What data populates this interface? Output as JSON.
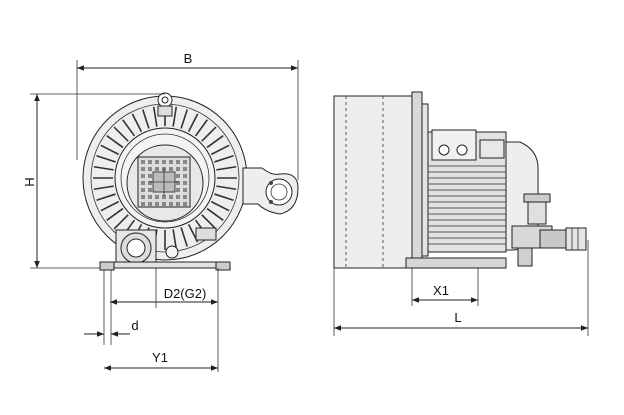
{
  "dimensions": {
    "B": "B",
    "H": "H",
    "D2": "D2(G2)",
    "d": "d",
    "Y1": "Y1",
    "X1": "X1",
    "L": "L"
  }
}
